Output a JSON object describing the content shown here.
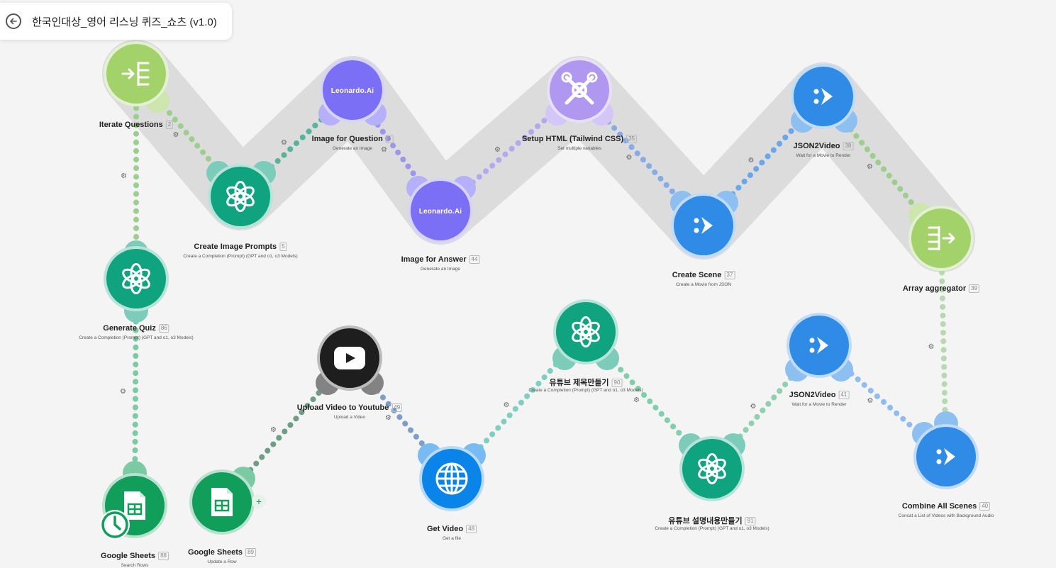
{
  "scenario": {
    "title": "한국인대상_영어 리스닝 퀴즈_쇼츠 (v1.0)"
  },
  "colors": {
    "openai": "#10a37f",
    "leonardo": "#7b6ff5",
    "tools": "#b097f0",
    "json2video": "#2f8be6",
    "flow": "#a3d16a",
    "youtube": "#1e1e1e",
    "http": "#0a84e8",
    "sheets": "#119e5a"
  },
  "modules": [
    {
      "key": "iterate",
      "icon": "iterator-icon",
      "label": "Iterate Questions",
      "id": "2",
      "sub": ""
    },
    {
      "key": "create_prompts",
      "icon": "openai-icon",
      "label": "Create Image Prompts",
      "id": "5",
      "sub": "Create a Completion (Prompt) (GPT and o1, o3 Models)"
    },
    {
      "key": "img_question",
      "icon": "leonardo-icon",
      "label": "Image for Question",
      "id": "4",
      "sub": "Generate an Image",
      "logo": "Leonardo.Ai"
    },
    {
      "key": "img_answer",
      "icon": "leonardo-icon",
      "label": "Image for Answer",
      "id": "44",
      "sub": "Generate an Image",
      "logo": "Leonardo.Ai"
    },
    {
      "key": "setup_html",
      "icon": "tools-icon",
      "label": "Setup HTML (Tailwind CSS)",
      "id": "35",
      "sub": "Set multiple variables"
    },
    {
      "key": "create_scene",
      "icon": "json2video-icon",
      "label": "Create Scene",
      "id": "37",
      "sub": "Create a Movie from JSON"
    },
    {
      "key": "json2video_1",
      "icon": "json2video-icon",
      "label": "JSON2Video",
      "id": "38",
      "sub": "Wait for a Movie to Render"
    },
    {
      "key": "array_agg",
      "icon": "aggregator-icon",
      "label": "Array aggregator",
      "id": "39",
      "sub": ""
    },
    {
      "key": "generate_quiz",
      "icon": "openai-icon",
      "label": "Generate Quiz",
      "id": "86",
      "sub": "Create a Completion (Prompt) (GPT and o1, o3 Models)"
    },
    {
      "key": "sheets_search",
      "icon": "google-sheets-icon",
      "label": "Google Sheets",
      "id": "88",
      "sub": "Search Rows"
    },
    {
      "key": "sheets_update",
      "icon": "google-sheets-icon",
      "label": "Google Sheets",
      "id": "89",
      "sub": "Update a Row"
    },
    {
      "key": "upload_youtube",
      "icon": "youtube-icon",
      "label": "Upload Video to Youtube",
      "id": "49",
      "sub": "Upload a Video"
    },
    {
      "key": "get_video",
      "icon": "globe-icon",
      "label": "Get Video",
      "id": "48",
      "sub": "Get a file"
    },
    {
      "key": "yt_title",
      "icon": "openai-icon",
      "label": "유튜브 제목만들기",
      "id": "90",
      "sub": "Create a Completion (Prompt) (GPT and o1, o3 Models)"
    },
    {
      "key": "yt_desc",
      "icon": "openai-icon",
      "label": "유튜브 설명내용만들기",
      "id": "91",
      "sub": "Create a Completion (Prompt) (GPT and o1, o3 Models)"
    },
    {
      "key": "json2video_2",
      "icon": "json2video-icon",
      "label": "JSON2Video",
      "id": "41",
      "sub": "Wait for a Movie to Render"
    },
    {
      "key": "combine",
      "icon": "json2video-icon",
      "label": "Combine All Scenes",
      "id": "40",
      "sub": "Concat a List of Videos with Background Audio"
    }
  ]
}
